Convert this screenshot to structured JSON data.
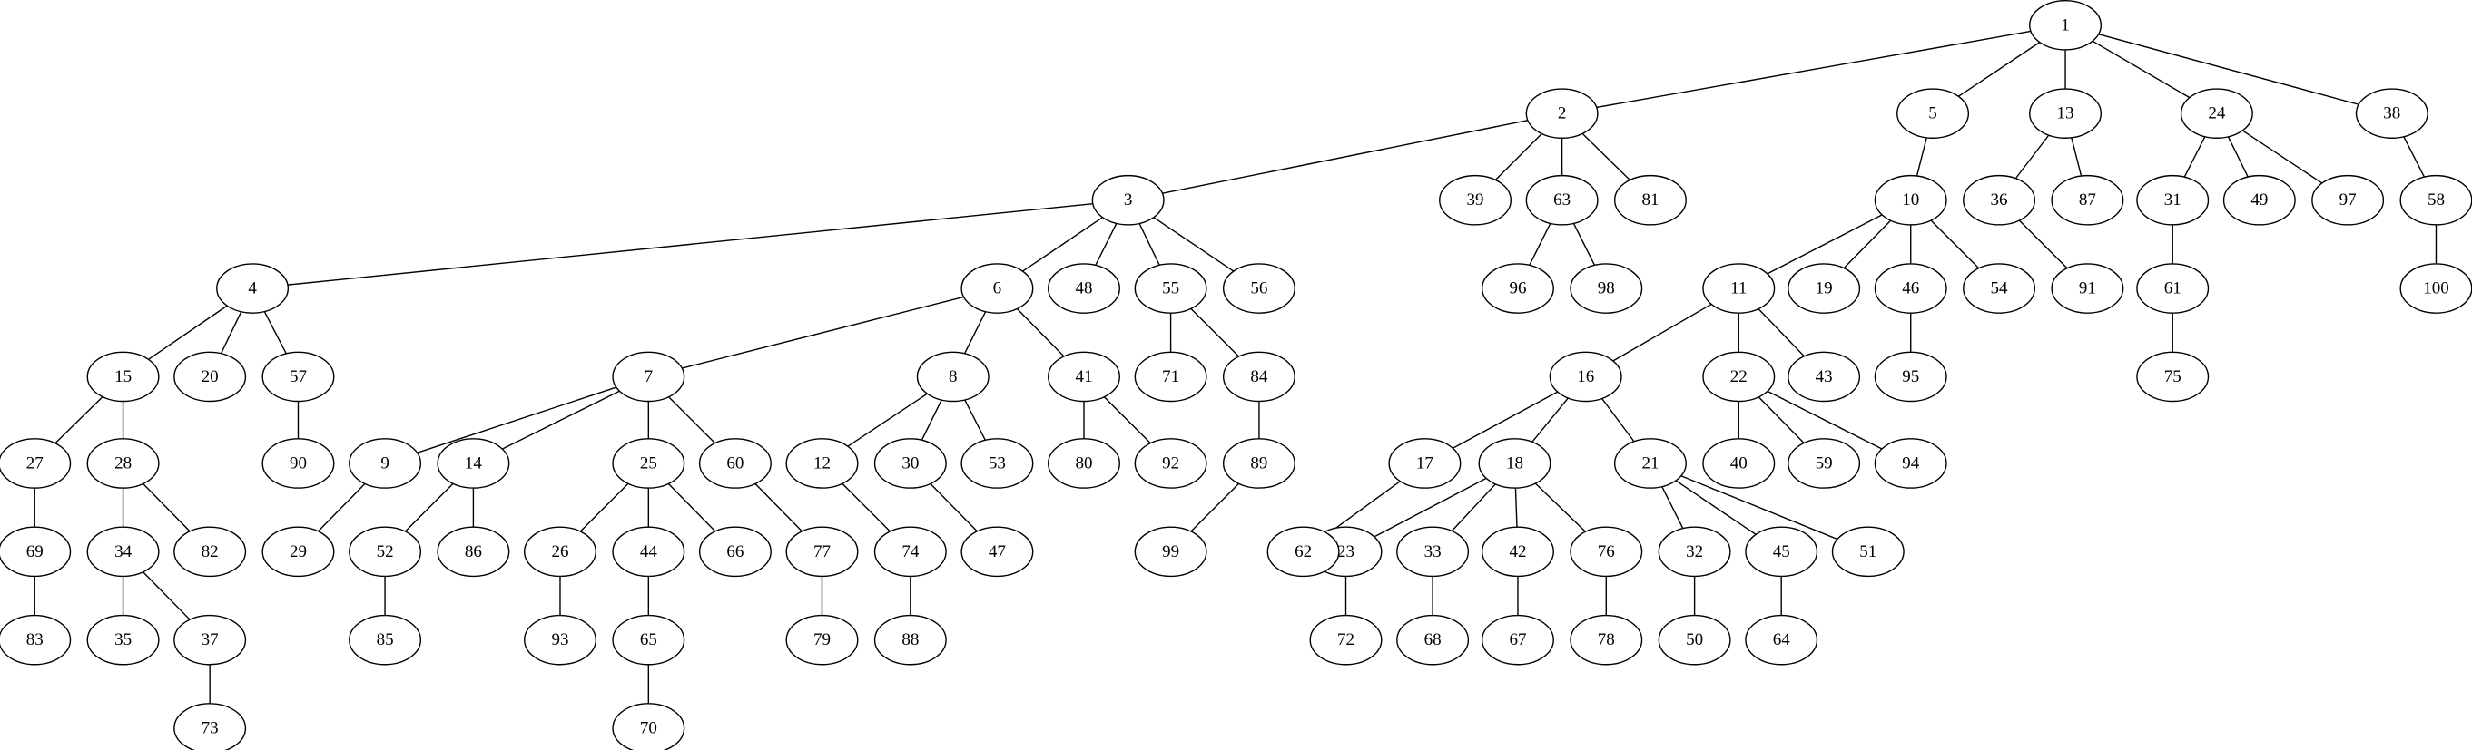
{
  "nodes": [
    "1",
    "2",
    "3",
    "4",
    "5",
    "6",
    "7",
    "8",
    "9",
    "10",
    "11",
    "12",
    "13",
    "14",
    "15",
    "16",
    "17",
    "18",
    "19",
    "20",
    "21",
    "22",
    "23",
    "24",
    "25",
    "26",
    "27",
    "28",
    "29",
    "30",
    "31",
    "32",
    "33",
    "34",
    "35",
    "36",
    "37",
    "38",
    "39",
    "40",
    "41",
    "42",
    "43",
    "44",
    "45",
    "46",
    "47",
    "48",
    "49",
    "50",
    "51",
    "52",
    "53",
    "54",
    "55",
    "56",
    "57",
    "58",
    "59",
    "60",
    "61",
    "62",
    "63",
    "64",
    "65",
    "66",
    "67",
    "68",
    "69",
    "70",
    "71",
    "72",
    "73",
    "74",
    "75",
    "76",
    "77",
    "78",
    "79",
    "80",
    "81",
    "82",
    "83",
    "84",
    "85",
    "86",
    "87",
    "88",
    "89",
    "90",
    "91",
    "92",
    "93",
    "94",
    "95",
    "96",
    "97",
    "98",
    "99",
    "100"
  ],
  "edges": [
    [
      "1",
      "2"
    ],
    [
      "1",
      "5"
    ],
    [
      "1",
      "13"
    ],
    [
      "1",
      "24"
    ],
    [
      "1",
      "38"
    ],
    [
      "2",
      "3"
    ],
    [
      "2",
      "39"
    ],
    [
      "2",
      "63"
    ],
    [
      "2",
      "81"
    ],
    [
      "3",
      "4"
    ],
    [
      "3",
      "6"
    ],
    [
      "3",
      "48"
    ],
    [
      "3",
      "55"
    ],
    [
      "3",
      "56"
    ],
    [
      "4",
      "15"
    ],
    [
      "4",
      "20"
    ],
    [
      "4",
      "57"
    ],
    [
      "5",
      "10"
    ],
    [
      "6",
      "7"
    ],
    [
      "6",
      "8"
    ],
    [
      "6",
      "41"
    ],
    [
      "7",
      "9"
    ],
    [
      "7",
      "14"
    ],
    [
      "7",
      "25"
    ],
    [
      "7",
      "60"
    ],
    [
      "8",
      "12"
    ],
    [
      "8",
      "30"
    ],
    [
      "8",
      "53"
    ],
    [
      "9",
      "29"
    ],
    [
      "10",
      "11"
    ],
    [
      "10",
      "19"
    ],
    [
      "10",
      "46"
    ],
    [
      "10",
      "54"
    ],
    [
      "11",
      "16"
    ],
    [
      "11",
      "22"
    ],
    [
      "11",
      "43"
    ],
    [
      "12",
      "74"
    ],
    [
      "13",
      "36"
    ],
    [
      "13",
      "87"
    ],
    [
      "14",
      "52"
    ],
    [
      "14",
      "86"
    ],
    [
      "15",
      "27"
    ],
    [
      "15",
      "28"
    ],
    [
      "16",
      "17"
    ],
    [
      "16",
      "18"
    ],
    [
      "16",
      "21"
    ],
    [
      "17",
      "62"
    ],
    [
      "18",
      "23"
    ],
    [
      "18",
      "33"
    ],
    [
      "18",
      "42"
    ],
    [
      "18",
      "76"
    ],
    [
      "21",
      "32"
    ],
    [
      "21",
      "45"
    ],
    [
      "21",
      "51"
    ],
    [
      "22",
      "40"
    ],
    [
      "22",
      "59"
    ],
    [
      "22",
      "94"
    ],
    [
      "23",
      "72"
    ],
    [
      "24",
      "31"
    ],
    [
      "24",
      "49"
    ],
    [
      "24",
      "97"
    ],
    [
      "25",
      "26"
    ],
    [
      "25",
      "44"
    ],
    [
      "25",
      "66"
    ],
    [
      "26",
      "93"
    ],
    [
      "27",
      "69"
    ],
    [
      "28",
      "34"
    ],
    [
      "28",
      "82"
    ],
    [
      "30",
      "47"
    ],
    [
      "31",
      "61"
    ],
    [
      "32",
      "50"
    ],
    [
      "33",
      "68"
    ],
    [
      "34",
      "35"
    ],
    [
      "34",
      "37"
    ],
    [
      "36",
      "91"
    ],
    [
      "37",
      "73"
    ],
    [
      "38",
      "58"
    ],
    [
      "41",
      "80"
    ],
    [
      "41",
      "92"
    ],
    [
      "42",
      "67"
    ],
    [
      "44",
      "65"
    ],
    [
      "45",
      "64"
    ],
    [
      "46",
      "95"
    ],
    [
      "52",
      "85"
    ],
    [
      "55",
      "71"
    ],
    [
      "55",
      "84"
    ],
    [
      "57",
      "90"
    ],
    [
      "58",
      "100"
    ],
    [
      "60",
      "77"
    ],
    [
      "61",
      "75"
    ],
    [
      "63",
      "96"
    ],
    [
      "63",
      "98"
    ],
    [
      "65",
      "70"
    ],
    [
      "69",
      "83"
    ],
    [
      "74",
      "88"
    ],
    [
      "76",
      "78"
    ],
    [
      "77",
      "79"
    ],
    [
      "84",
      "89"
    ],
    [
      "89",
      "99"
    ]
  ]
}
